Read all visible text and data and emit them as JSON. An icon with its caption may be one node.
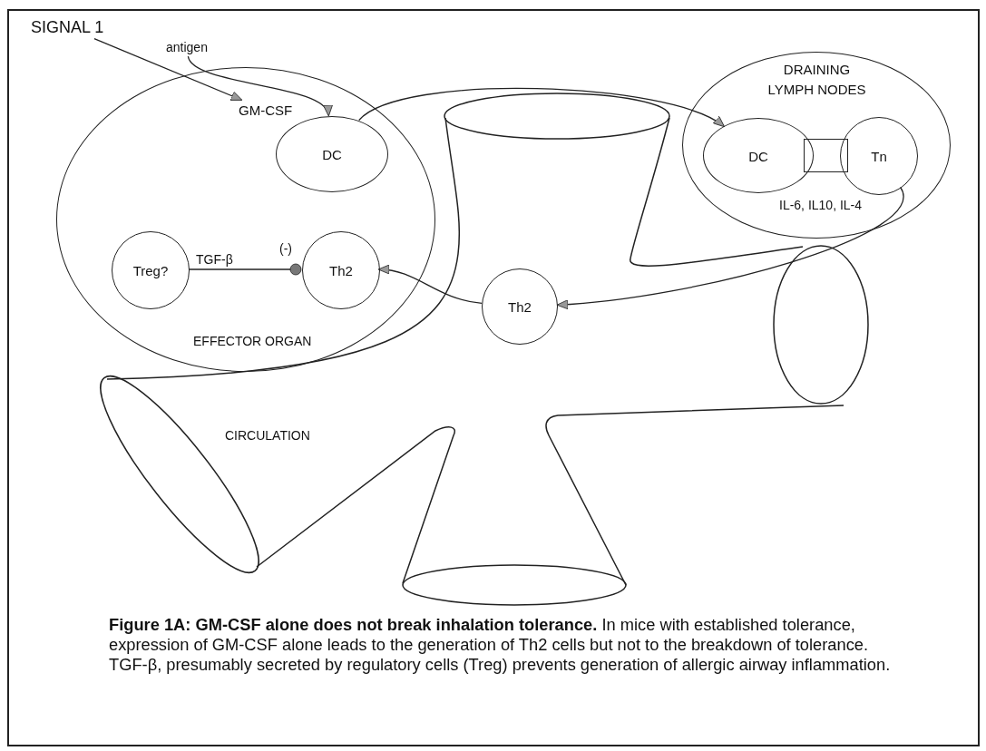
{
  "diagram": {
    "nodes": [
      {
        "text": [
          "SIGNAL 1"
        ]
      },
      {
        "text": [
          "antigen"
        ]
      },
      {
        "text": [
          "EFFECTOR ORGAN"
        ]
      },
      {
        "text": [
          "GM-CSF"
        ],
        "in": 2
      },
      {
        "text": [
          "DC"
        ],
        "in": 2
      },
      {
        "text": [
          "Treg?"
        ],
        "in": 2
      },
      {
        "text": [
          "Th2"
        ],
        "in": 2,
        "beside": [
          "(-)"
        ]
      },
      {
        "text": [
          "DRAINING LYMPH NODES"
        ]
      },
      {
        "text": [
          "DC"
        ]
      },
      {
        "text": [
          "Tn"
        ],
        "in": 7,
        "beside": [
          "IL-6, IL10, IL-4"
        ]
      },
      {
        "text": [
          "CIRCULATION"
        ]
      },
      {
        "text": [
          "Th2"
        ],
        "in": 10
      },
      {
        "text": [],
        "shape": "box"
      }
    ],
    "edges": [
      {
        "from": 0,
        "to": 3,
        "arrow": "to"
      },
      {
        "from": 1,
        "to": 4,
        "arrow": "to"
      },
      {
        "from": 4,
        "to": 8,
        "arrow": "to"
      },
      {
        "from": 9,
        "to": 11,
        "arrow": "to"
      },
      {
        "from": 11,
        "to": 6,
        "arrow": "to"
      },
      {
        "from": 5,
        "to": 6,
        "label": "TGF-β",
        "arrow": "other"
      }
    ],
    "caption": "**Figure 1A: GM-CSF alone does not break inhalation tolerance.** In mice with established tolerance, expression of GM-CSF alone leads to the generation of Th2 cells but not to the breakdown of tolerance. TGF-β, presumably secreted by regulatory cells (Treg) prevents generation of allergic airway inflammation."
  }
}
